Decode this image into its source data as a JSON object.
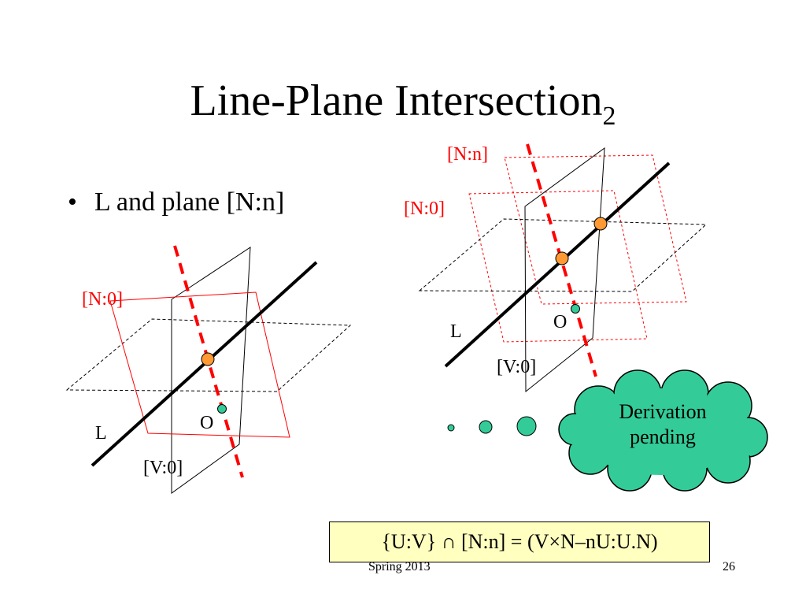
{
  "slide": {
    "title": "Line-Plane Intersection",
    "title_subscript": "2",
    "bullet_marker": "•",
    "bullet_text": "L and plane [N:n]"
  },
  "left_diagram": {
    "plane_n0_label": "[N:0]",
    "line_label": "L",
    "origin_label": "O",
    "plane_v0_label": "[V:0]"
  },
  "right_diagram": {
    "plane_nn_label": "[N:n]",
    "plane_n0_label": "[N:0]",
    "line_label": "L",
    "origin_label": "O",
    "plane_v0_label": "[V:0]"
  },
  "thought_cloud": {
    "line1": "Derivation",
    "line2": "pending",
    "fill_color": "#33cc99"
  },
  "formula": "{U:V} ∩ [N:n] = (V×N–nU:U.N)",
  "footer": {
    "date": "Spring 2013",
    "page_number": "26"
  },
  "colors": {
    "line": "#000000",
    "normal_plane": "#ff0000",
    "normal_axis": "#ff0000",
    "intersection_point": "#ff9933",
    "origin_marker": "#33cc99",
    "formula_background": "#ffffc0"
  }
}
